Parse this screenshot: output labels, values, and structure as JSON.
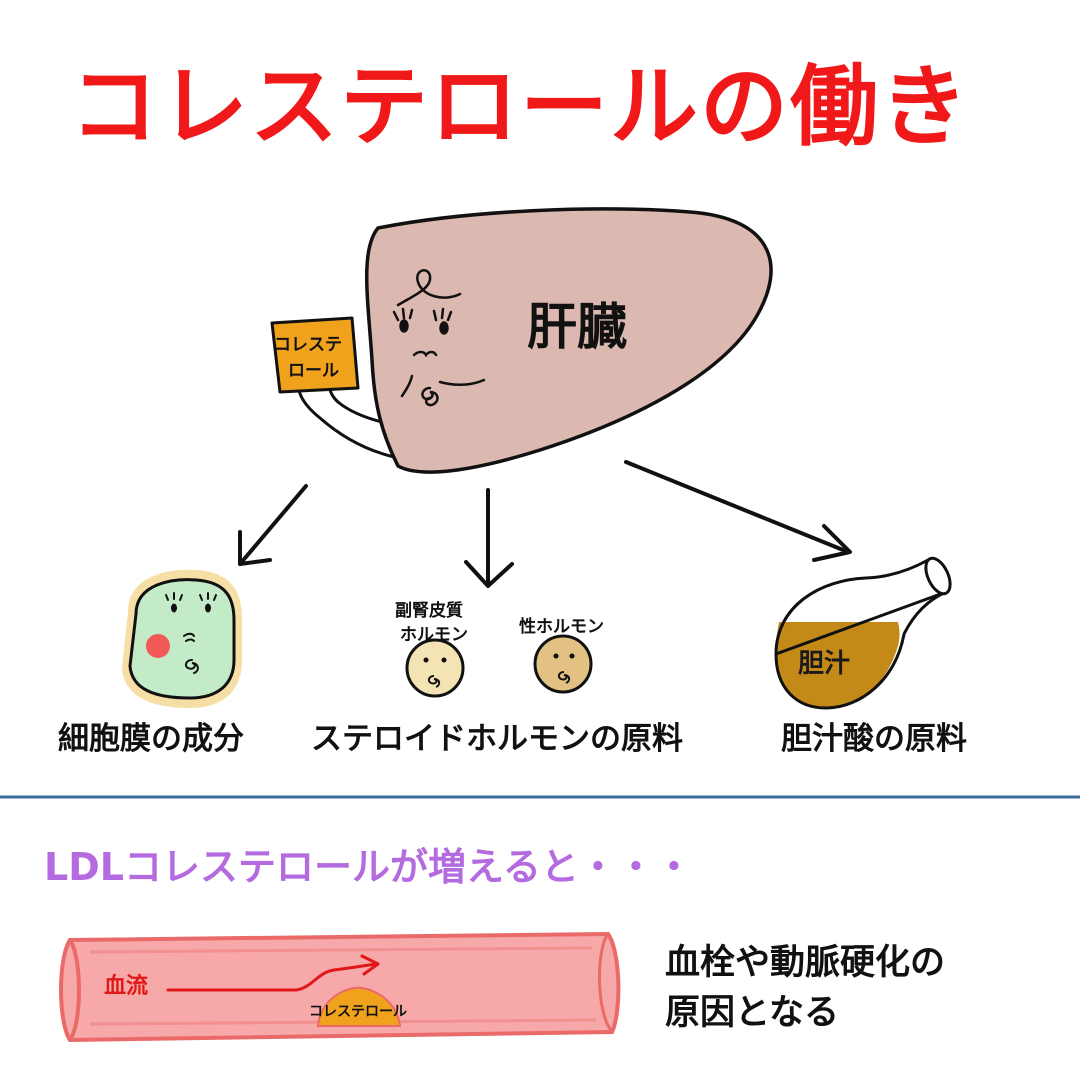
{
  "title": "コレステロールの働き",
  "liver": {
    "label": "肝臓",
    "card_line1": "コレステ",
    "card_line2": "ロール"
  },
  "roles": {
    "membrane": "細胞膜の成分",
    "steroid": "ステロイドホルモンの原料",
    "adrenal_line1": "副腎皮質",
    "adrenal_line2": "ホルモン",
    "sex_hormone": "性ホルモン",
    "bile_flask": "胆汁",
    "bile_acid": "胆汁酸の原料"
  },
  "ldl_section": {
    "title": "LDLコレステロールが増えると・・・",
    "blood_flow": "血流",
    "plaque": "コレステロール",
    "effect_line1": "血栓や動脈硬化の",
    "effect_line2": "原因となる"
  },
  "colors": {
    "title_red": "#f01818",
    "liver_fill": "#dbb8b0",
    "card_fill": "#f0a21c",
    "cell_fill": "#c3ebc8",
    "cell_halo": "#f6dfa6",
    "hormone_fill": "#f4e3b4",
    "hormone_fill_dark": "#e3c183",
    "bile_fill": "#c48a18",
    "section_purple": "#b56be0",
    "divider_blue": "#3a6a9a",
    "vessel_fill": "#f7a8a8",
    "vessel_stroke": "#ea6a6a",
    "plaque_fill": "#f0a21c"
  }
}
